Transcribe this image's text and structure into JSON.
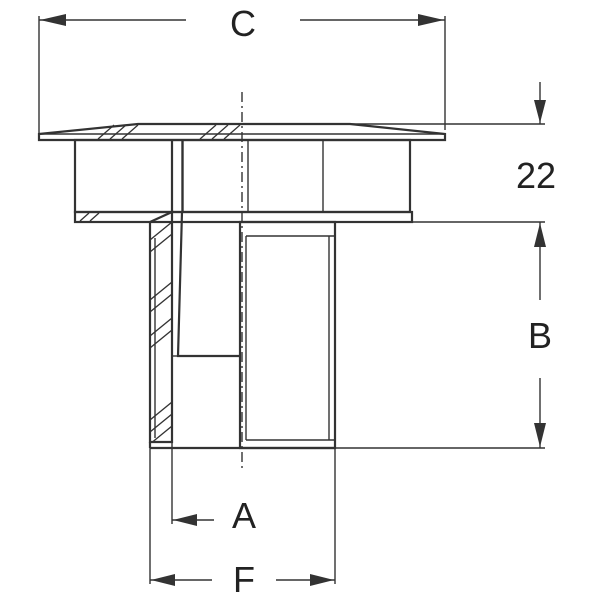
{
  "labels": {
    "c": "C",
    "height": "22",
    "b": "B",
    "a": "A",
    "f": "F"
  },
  "colors": {
    "line": "#333333",
    "background": "#ffffff"
  }
}
